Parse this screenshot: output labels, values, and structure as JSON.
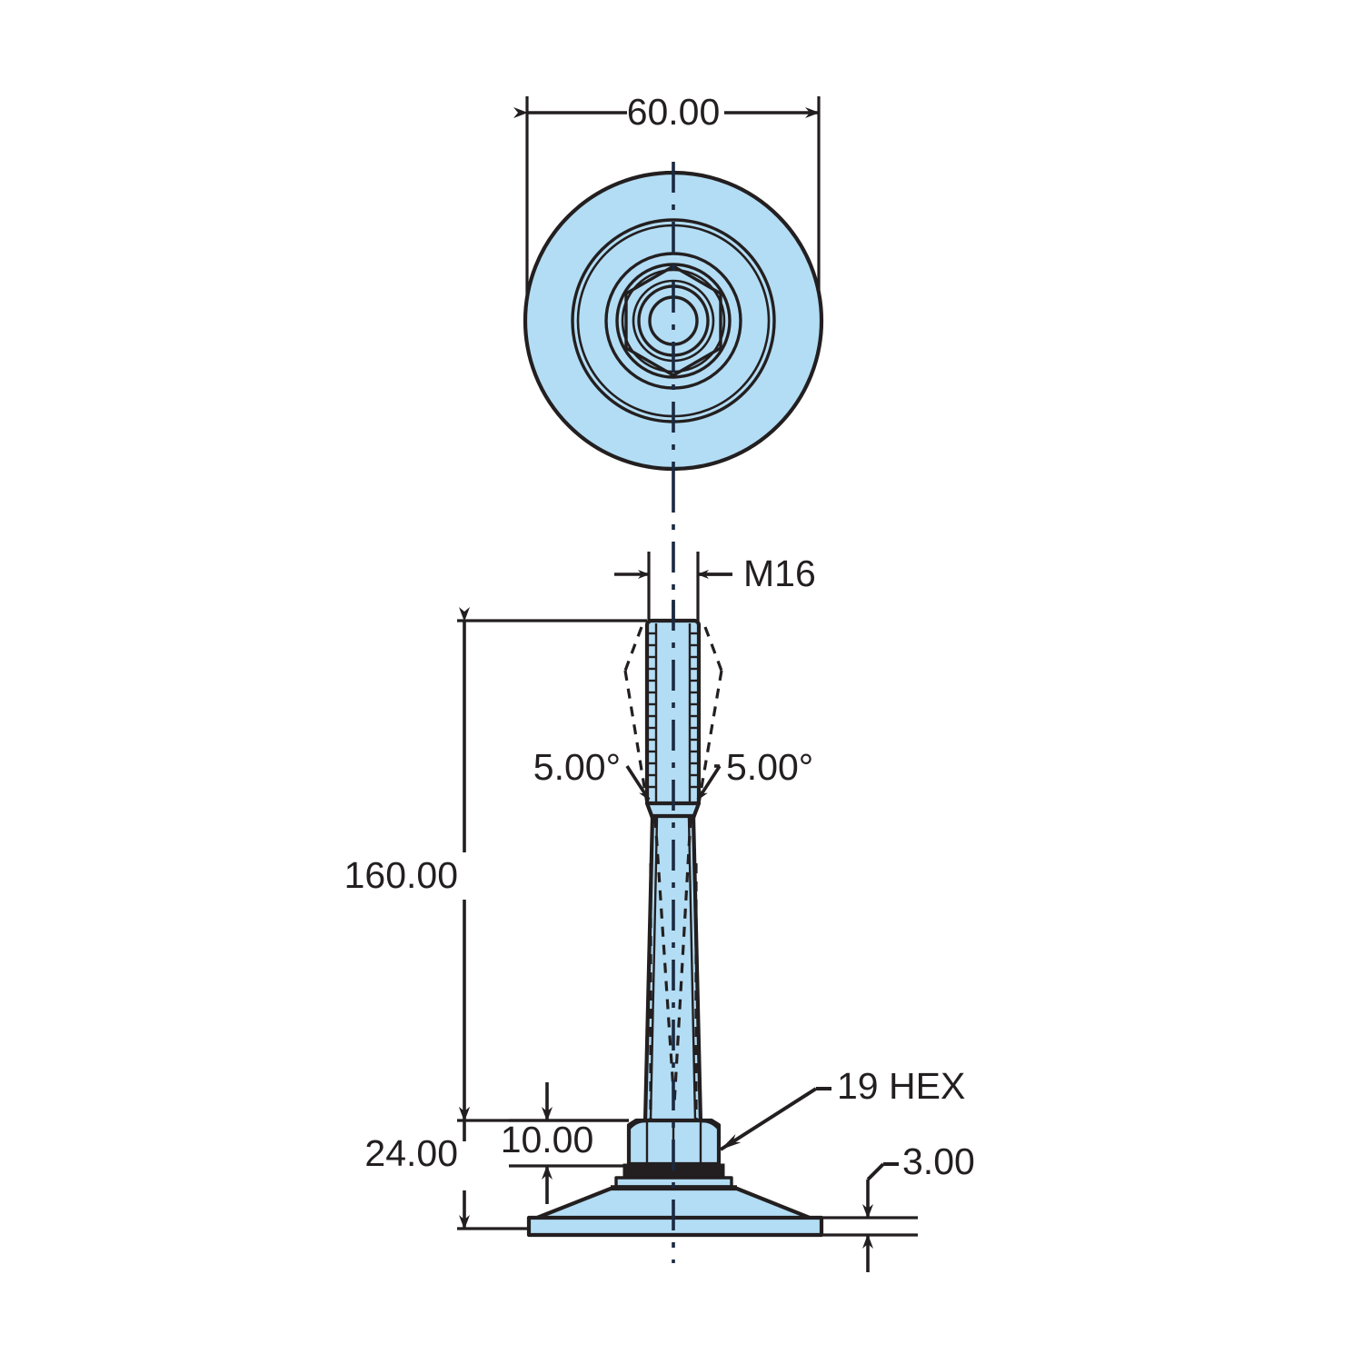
{
  "drawing": {
    "title": "Leveling Foot / Machine Mount Technical Drawing",
    "part_description": "Threaded leveling mount with hex nut, conical base and flat pad",
    "views": [
      {
        "name": "top-view",
        "label": ""
      },
      {
        "name": "front-section-view",
        "label": ""
      }
    ],
    "colors": {
      "part_fill": "#b3ddf4",
      "line": "#231f20",
      "center_line": "#1b2a41",
      "background": "#ffffff"
    }
  },
  "dimensions": {
    "pad_diameter": "60.00",
    "thread_spec": "M16",
    "taper_angle_left": "5.00°",
    "taper_angle_right": "5.00°",
    "stem_length": "160.00",
    "hex_height": "10.00",
    "base_height": "24.00",
    "pad_thickness": "3.00",
    "hex_size": "19 HEX"
  },
  "annotations": [
    {
      "name": "dim-pad-diameter",
      "value": "60.00",
      "kind": "linear-horizontal"
    },
    {
      "name": "dim-thread-spec",
      "value": "M16",
      "kind": "note-linear"
    },
    {
      "name": "dim-taper-left",
      "value": "5.00°",
      "kind": "angular"
    },
    {
      "name": "dim-taper-right",
      "value": "5.00°",
      "kind": "angular"
    },
    {
      "name": "dim-stem-length",
      "value": "160.00",
      "kind": "linear-vertical"
    },
    {
      "name": "dim-hex-height",
      "value": "10.00",
      "kind": "linear-vertical"
    },
    {
      "name": "dim-base-height",
      "value": "24.00",
      "kind": "linear-vertical"
    },
    {
      "name": "dim-pad-thickness",
      "value": "3.00",
      "kind": "linear-vertical"
    },
    {
      "name": "callout-hex-size",
      "value": "19 HEX",
      "kind": "leader-note"
    }
  ]
}
